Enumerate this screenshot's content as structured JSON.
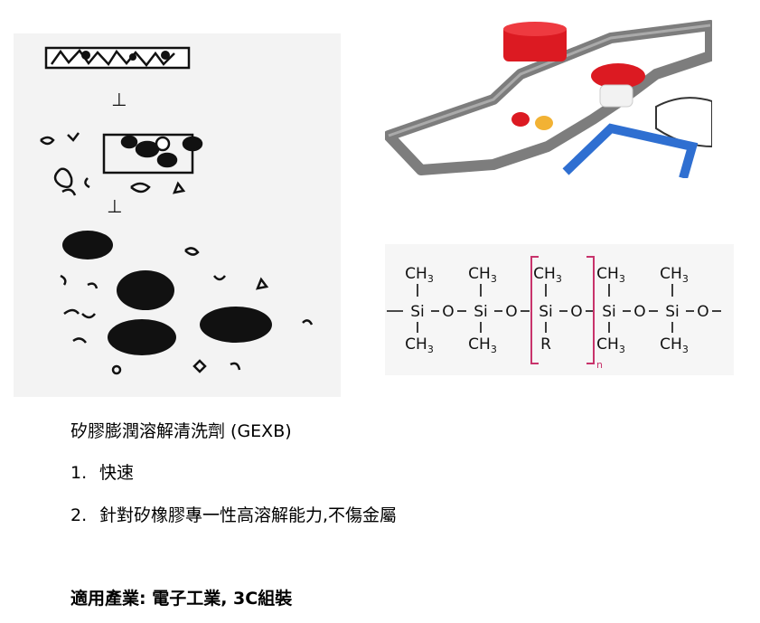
{
  "product": {
    "title": "矽膠膨潤溶解清洗劑 (GEXB)",
    "features": [
      {
        "number": "1.",
        "text": "快速"
      },
      {
        "number": "2.",
        "text": "針對矽橡膠專一性高溶解能力,不傷金屬"
      }
    ],
    "industry": "適用產業: 電子工業, 3C組裝"
  },
  "formula": {
    "methyl": "CH",
    "methyl_sub": "3",
    "si": "Si",
    "o": "O",
    "r": "R",
    "n": "n",
    "bracket_color": "#c8336b"
  },
  "colors": {
    "blob": "#0a0a0a",
    "gasket_grey": "#7d7d7d",
    "red_part": "#dc1a22",
    "blue_gasket": "#2f6fd1"
  }
}
